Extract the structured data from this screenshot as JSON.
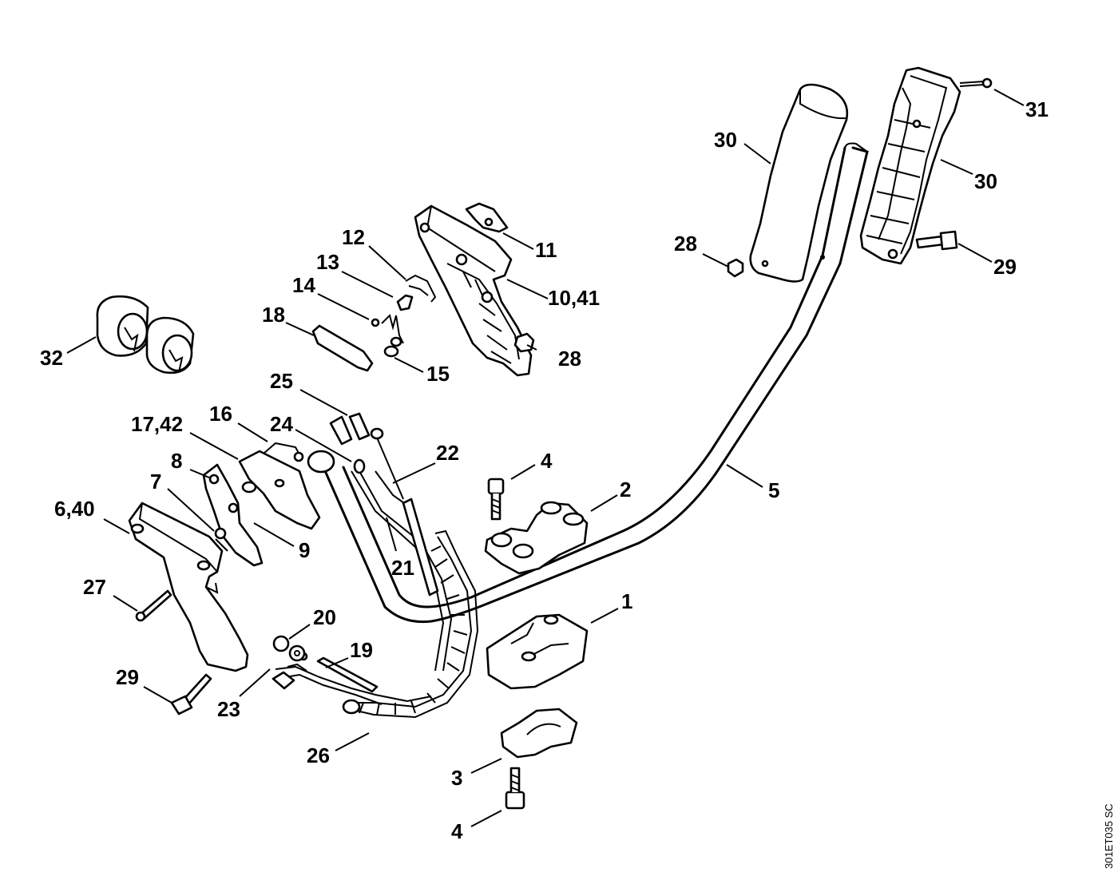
{
  "drawing_code": "301ET035 SC",
  "callouts": {
    "c1": "1",
    "c2": "2",
    "c3": "3",
    "c4a": "4",
    "c4b": "4",
    "c5": "5",
    "c640": "6,40",
    "c7": "7",
    "c8": "8",
    "c9": "9",
    "c1041": "10,41",
    "c11": "11",
    "c12": "12",
    "c13": "13",
    "c14": "14",
    "c15": "15",
    "c16": "16",
    "c1742": "17,42",
    "c18": "18",
    "c19": "19",
    "c20": "20",
    "c21": "21",
    "c22": "22",
    "c23": "23",
    "c24": "24",
    "c25": "25",
    "c26": "26",
    "c27": "27",
    "c28a": "28",
    "c28b": "28",
    "c29a": "29",
    "c29b": "29",
    "c30a": "30",
    "c30b": "30",
    "c31": "31",
    "c32": "32"
  }
}
